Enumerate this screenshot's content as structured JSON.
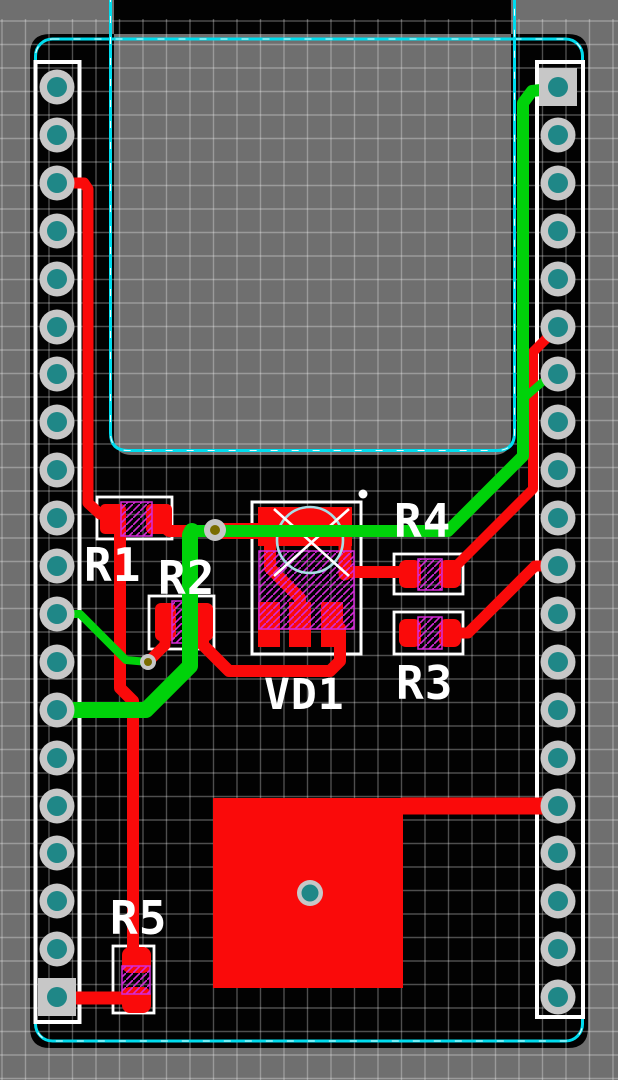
{
  "app": {
    "view": "pcb-layout-editor",
    "board_shape": "u-shaped-module"
  },
  "components": [
    {
      "ref": "R1"
    },
    {
      "ref": "R2"
    },
    {
      "ref": "R3"
    },
    {
      "ref": "R4"
    },
    {
      "ref": "R5"
    },
    {
      "ref": "VD1"
    }
  ],
  "headers": {
    "left_pin_count": 20,
    "right_pin_count": 20
  },
  "colors": {
    "background_gray": "#6f6f6f",
    "board_black": "#020202",
    "outline_cyan": "#00dcee",
    "copper_top_red": "#fa0a0a",
    "copper_bottom_green": "#00d20a",
    "silkscreen_white": "#ffffff",
    "pad_ring_gray": "#c7c7c7",
    "drill_teal": "#1f8787",
    "hatch_magenta": "#d42ad8",
    "via_center_olive": "#7a6c00",
    "grid_line": "rgba(255,255,255,0.30)"
  }
}
